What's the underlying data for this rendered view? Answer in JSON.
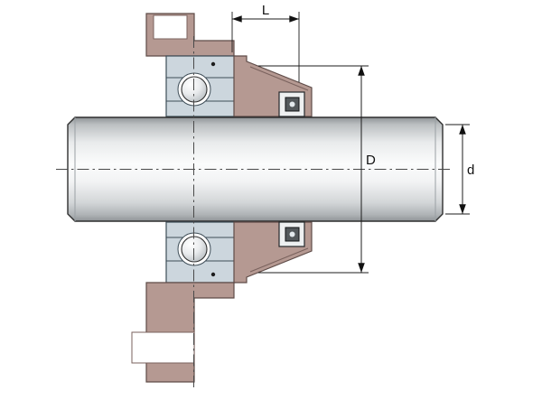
{
  "figure": {
    "subject": "flanged bearing unit with end cover - cross section drawing",
    "dimension_labels": {
      "width": "L",
      "outer_diameter": "D",
      "shaft_diameter": "d"
    },
    "colors": {
      "background": "#ffffff",
      "housing_fill": "#b59992",
      "housing_edge": "#5f4c48",
      "bearing_fill": "#ccd6dd",
      "bearing_edge": "#3e4d57",
      "sleeve_fill": "#e3e9ed",
      "sensor_fill": "#eef0f1",
      "sensor_core": "#53585b",
      "line": "#1c1c1c",
      "centerline": "#4a4a4a",
      "shaft_light": "#fbfcfc",
      "shaft_dark": "#8e9396",
      "ball_edge": "#b6bcc0",
      "hole_fill": "#ffffff"
    }
  }
}
